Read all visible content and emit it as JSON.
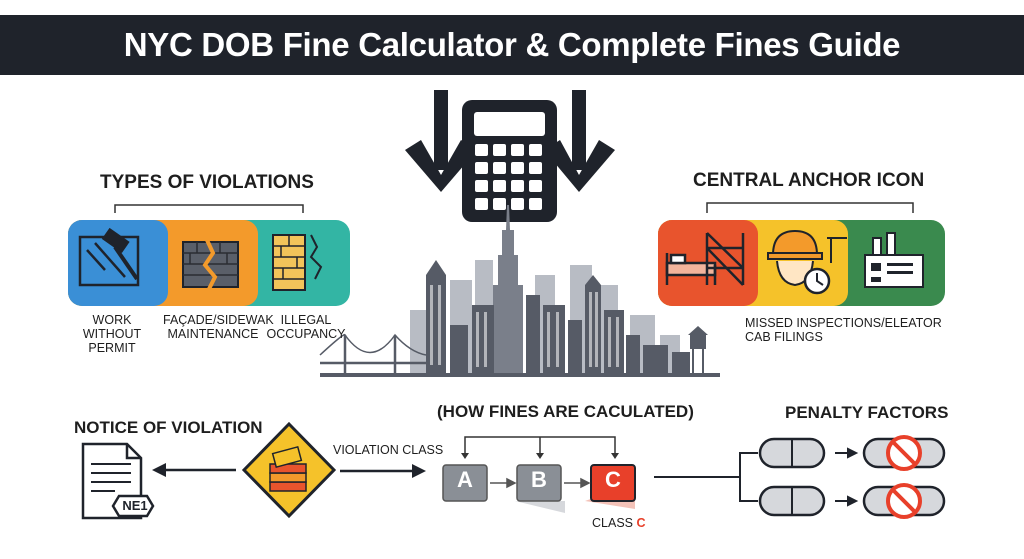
{
  "title": "NYC DOB Fine Calculator & Complete Fines Guide",
  "left_panel": {
    "heading": "TYPES OF VIOLATIONS",
    "items": [
      {
        "label": "WORK WITHOUT PERMIT",
        "color": "#3a8fd6",
        "icon": "blueprint-hammer-icon"
      },
      {
        "label": "FAÇADE/SIDEWAK MAINTENANCE",
        "color": "#f39a2b",
        "icon": "cracked-wall-icon"
      },
      {
        "label": "ILLEGAL OCCUPANCY",
        "color": "#33b5a4",
        "icon": "cracked-brick-wall-icon"
      }
    ]
  },
  "right_panel": {
    "heading": "CENTRAL ANCHOR ICON",
    "items": [
      {
        "color": "#e8542d",
        "icon": "bed-scaffold-icon"
      },
      {
        "color": "#f5c22a",
        "icon": "worker-clock-icon"
      },
      {
        "color": "#3a8a4e",
        "icon": "factory-icon"
      }
    ],
    "caption": "MISSED INSPECTIONS/ELEATOR CAB FILINGS"
  },
  "notice": {
    "heading": "NOTICE OF VIOLATION",
    "stamp": "NE1"
  },
  "violation_class_label": "VIOLATION CLASS",
  "how_fines": {
    "heading": "(HOW FINES ARE CACULATED)",
    "classes": [
      "A",
      "B",
      "C"
    ],
    "class_caption_prefix": "CLASS",
    "class_caption_letter": "C"
  },
  "penalty": {
    "heading": "PENALTY FACTORS"
  },
  "colors": {
    "banner": "#1f232b",
    "class_a": "#8a8f96",
    "class_b": "#8a8f96",
    "class_c": "#e8402a",
    "skyline": "#565b66"
  }
}
